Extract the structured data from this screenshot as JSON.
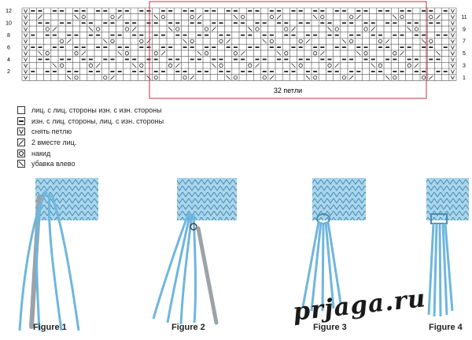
{
  "chart": {
    "row_numbers_left": [
      "12",
      "10",
      "8",
      "6",
      "4",
      "2"
    ],
    "row_numbers_right": [
      "11",
      "9",
      "7",
      "5",
      "3",
      "1"
    ],
    "repeat_label": "32 петли",
    "colors": {
      "grid": "#555555",
      "repeat_box": "#c0304a"
    }
  },
  "legend": [
    {
      "icon": "knit-purl-icon",
      "text": "лиц. с лиц. стороны изн. с изн. стороны"
    },
    {
      "icon": "purl-knit-icon",
      "text": "изн. с лиц. стороны, лиц. с изн. стороны"
    },
    {
      "icon": "slip-stitch-icon",
      "text": "снять петлю"
    },
    {
      "icon": "k2tog-icon",
      "text": "2 вместе лиц."
    },
    {
      "icon": "yarn-over-icon",
      "text": "накид"
    },
    {
      "icon": "ssk-icon",
      "text": "убавка влево"
    }
  ],
  "figures": [
    {
      "label": "Figure 1"
    },
    {
      "label": "Figure 2"
    },
    {
      "label": "Figure 3"
    },
    {
      "label": "Figure 4"
    }
  ],
  "watermark": "prjaga.ru"
}
